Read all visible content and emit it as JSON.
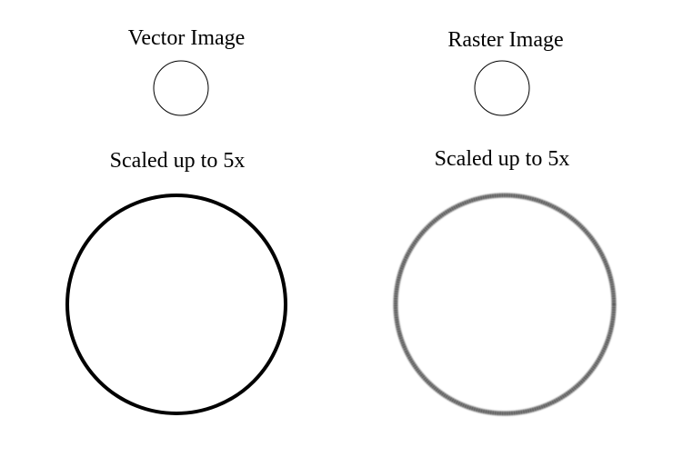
{
  "vector": {
    "title": "Vector Image",
    "scaled_label": "Scaled up to 5x",
    "stroke_color": "#000000"
  },
  "raster": {
    "title": "Raster Image",
    "scaled_label": "Scaled up to 5x",
    "stroke_color": "#3a3a3a"
  },
  "scale_factor": 5
}
